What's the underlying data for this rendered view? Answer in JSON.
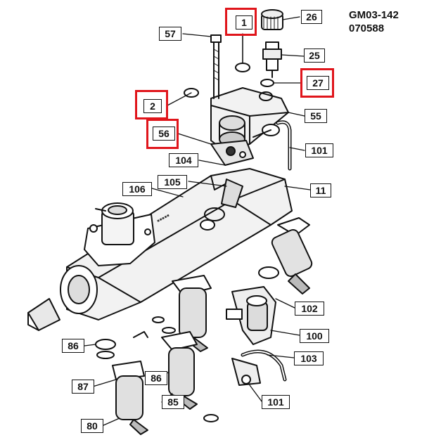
{
  "diagram": {
    "codes": [
      "GM03-142",
      "070588"
    ],
    "highlight_color": "#e0151b",
    "part_labels": [
      "1",
      "2",
      "26",
      "25",
      "27",
      "56",
      "57",
      "55",
      "101",
      "104",
      "105",
      "106",
      "11",
      "102",
      "100",
      "103",
      "86",
      "87",
      "85",
      "80",
      "101"
    ],
    "highlighted": [
      "1",
      "2",
      "27",
      "56"
    ]
  }
}
